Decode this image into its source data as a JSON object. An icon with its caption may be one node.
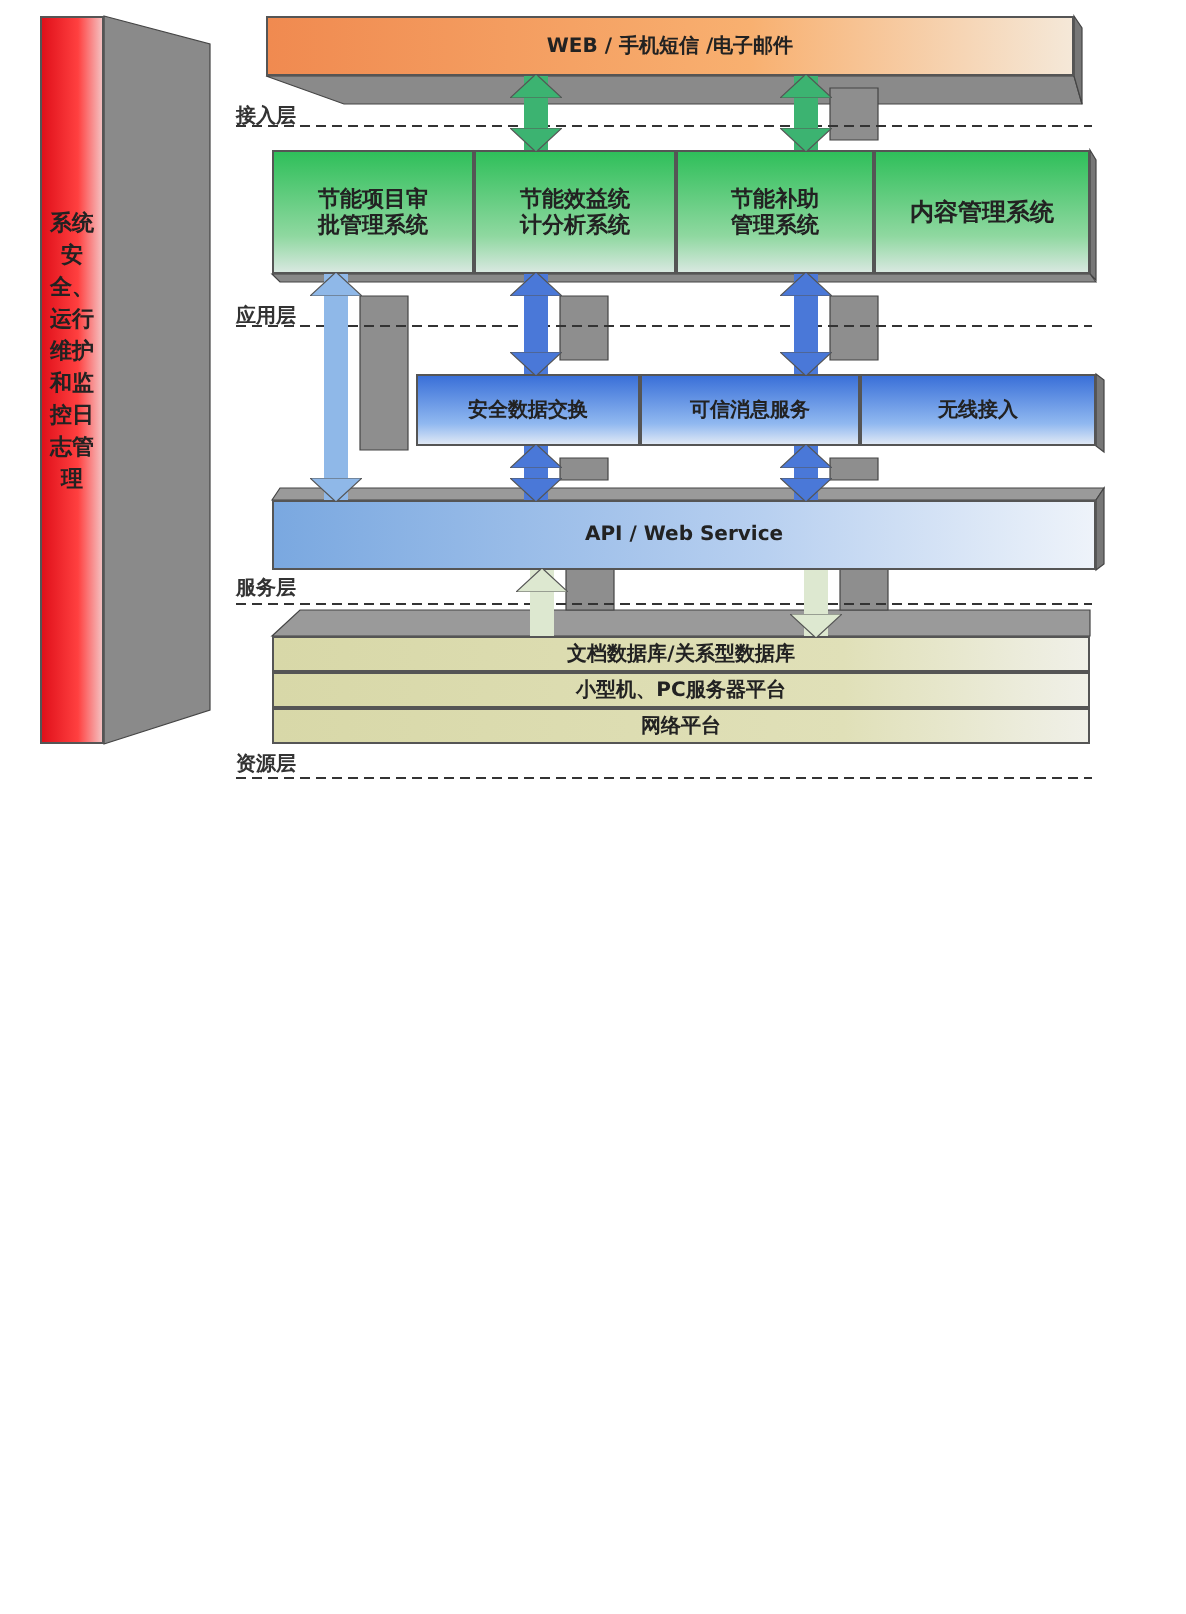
{
  "diagram": {
    "nodes": [
      {
        "text": [
          "系统安全、运行维护和监控日志管理"
        ]
      },
      {
        "text": [
          "WEB / 手机短信 /电子邮件"
        ]
      },
      {
        "text": [
          "节能项目审批管理系统"
        ]
      },
      {
        "text": [
          "节能效益统计分析系统"
        ]
      },
      {
        "text": [
          "节能补助管理系统"
        ]
      },
      {
        "text": [
          "内容管理系统"
        ]
      },
      {
        "text": [
          "安全数据交换"
        ]
      },
      {
        "text": [
          "可信消息服务"
        ]
      },
      {
        "text": [
          "无线接入"
        ]
      },
      {
        "text": [
          "API / Web Service"
        ]
      },
      {
        "text": [
          "文档数据库/关系型数据库"
        ]
      },
      {
        "text": [
          "小型机、PC服务器平台"
        ]
      },
      {
        "text": [
          "网络平台"
        ]
      }
    ],
    "edges": [
      {
        "from": 1,
        "to": 3,
        "arrow": "both",
        "color": "#3cb371"
      },
      {
        "from": 1,
        "to": 4,
        "arrow": "both",
        "color": "#3cb371"
      },
      {
        "from": 2,
        "to": 9,
        "arrow": "both",
        "color": "#8fb8e8"
      },
      {
        "from": 3,
        "to": 6,
        "arrow": "both"
      },
      {
        "from": 4,
        "to": 7,
        "arrow": "both"
      },
      {
        "from": 6,
        "to": 9,
        "arrow": "both"
      },
      {
        "from": 7,
        "to": 9,
        "arrow": "both"
      },
      {
        "from": 10,
        "to": 9,
        "arrow": "to",
        "color": "#dde8d0"
      },
      {
        "from": 9,
        "to": 10,
        "arrow": "to",
        "color": "#dde8d0"
      }
    ],
    "labels": [
      "接入层",
      "应用层",
      "服务层",
      "资源层"
    ]
  }
}
